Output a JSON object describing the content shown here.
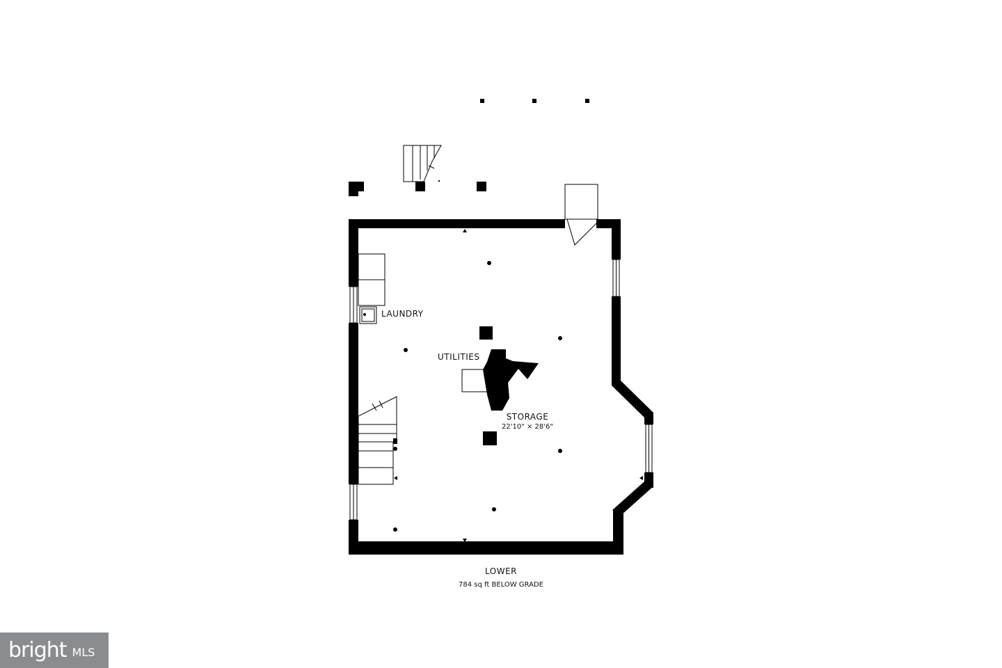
{
  "floor": {
    "name": "LOWER",
    "area": "784 sq ft BELOW GRADE"
  },
  "rooms": {
    "laundry": "LAUNDRY",
    "utilities": "UTILITIES",
    "storage": "STORAGE",
    "storage_dims": "22'10\" × 28'6\""
  },
  "logo": {
    "word": "bright",
    "suffix": "MLS"
  },
  "colors": {
    "wall": "#000000",
    "background": "#ffffff",
    "logo_bg": "#8a8d8f"
  }
}
